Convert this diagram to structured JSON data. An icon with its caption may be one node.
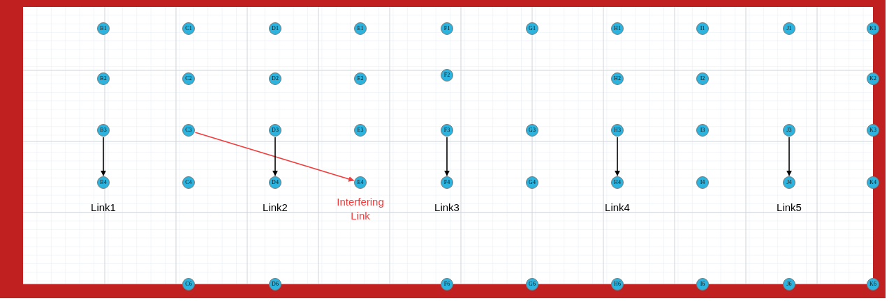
{
  "diagram": {
    "nodes": [
      {
        "text": [
          "B1"
        ]
      },
      {
        "text": [
          "C1"
        ]
      },
      {
        "text": [
          "D1"
        ]
      },
      {
        "text": [
          "E1"
        ]
      },
      {
        "text": [
          "F1"
        ]
      },
      {
        "text": [
          "G1"
        ]
      },
      {
        "text": [
          "H1"
        ]
      },
      {
        "text": [
          "I1"
        ]
      },
      {
        "text": [
          "J1"
        ]
      },
      {
        "text": [
          "K1"
        ]
      },
      {
        "text": [
          "B2"
        ]
      },
      {
        "text": [
          "C2"
        ]
      },
      {
        "text": [
          "D2"
        ]
      },
      {
        "text": [
          "E2"
        ]
      },
      {
        "text": [
          "F2"
        ]
      },
      {
        "text": [
          "H2"
        ]
      },
      {
        "text": [
          "I2"
        ]
      },
      {
        "text": [
          "K2"
        ]
      },
      {
        "text": [
          "B3"
        ]
      },
      {
        "text": [
          "C3"
        ]
      },
      {
        "text": [
          "D3"
        ]
      },
      {
        "text": [
          "E3"
        ]
      },
      {
        "text": [
          "F3"
        ]
      },
      {
        "text": [
          "G3"
        ]
      },
      {
        "text": [
          "H3"
        ]
      },
      {
        "text": [
          "I3"
        ]
      },
      {
        "text": [
          "J3"
        ]
      },
      {
        "text": [
          "K3"
        ]
      },
      {
        "text": [
          "B4"
        ]
      },
      {
        "text": [
          "C4"
        ]
      },
      {
        "text": [
          "D4"
        ]
      },
      {
        "text": [
          "E4"
        ]
      },
      {
        "text": [
          "F4"
        ]
      },
      {
        "text": [
          "G4"
        ]
      },
      {
        "text": [
          "H4"
        ]
      },
      {
        "text": [
          "I4"
        ]
      },
      {
        "text": [
          "J4"
        ]
      },
      {
        "text": [
          "K4"
        ]
      },
      {
        "text": [
          "C6"
        ]
      },
      {
        "text": [
          "D6"
        ]
      },
      {
        "text": [
          "F6"
        ]
      },
      {
        "text": [
          "G6"
        ]
      },
      {
        "text": [
          "H6"
        ]
      },
      {
        "text": [
          "I6"
        ]
      },
      {
        "text": [
          "J6"
        ]
      },
      {
        "text": [
          "K6"
        ]
      }
    ],
    "edges": [
      {
        "from": 18,
        "to": 28,
        "arrow": "to"
      },
      {
        "from": 19,
        "to": 31,
        "arrow": "to",
        "color": "#f23c3c"
      },
      {
        "from": 20,
        "to": 30,
        "arrow": "to"
      },
      {
        "from": 22,
        "to": 32,
        "arrow": "to"
      },
      {
        "from": 24,
        "to": 34,
        "arrow": "to"
      },
      {
        "from": 26,
        "to": 36,
        "arrow": "to"
      }
    ],
    "labels": [
      "Link1",
      "Link2",
      "Interfering Link",
      "Link3",
      "Link4",
      "Link5"
    ]
  }
}
